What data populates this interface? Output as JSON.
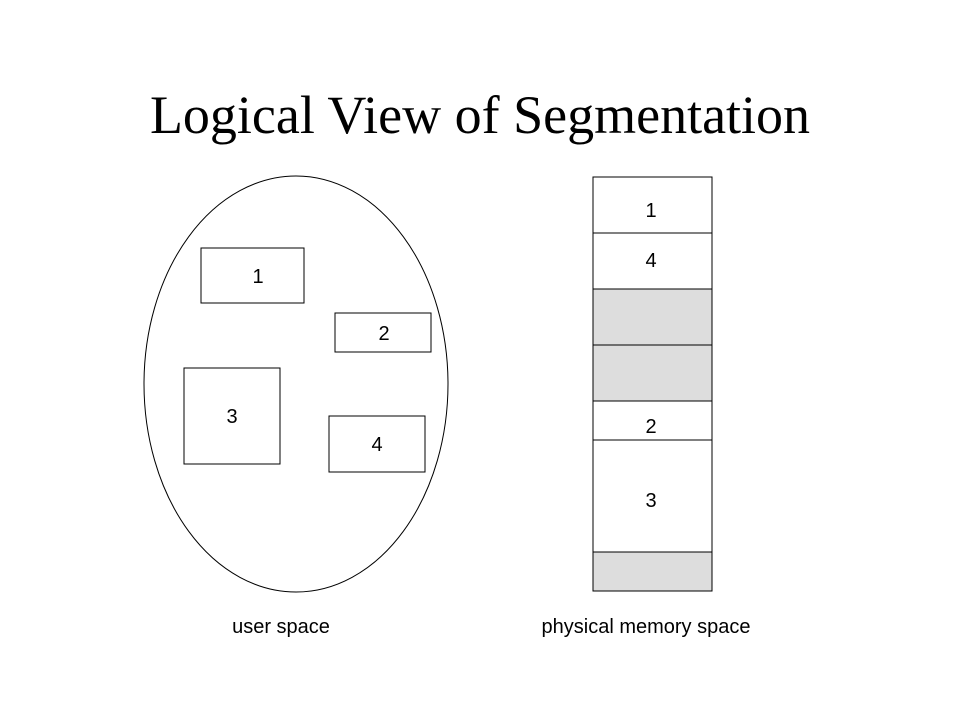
{
  "title": "Logical View of Segmentation",
  "user_space": {
    "caption": "user space",
    "segments": [
      {
        "label": "1"
      },
      {
        "label": "2"
      },
      {
        "label": "3"
      },
      {
        "label": "4"
      }
    ]
  },
  "physical_memory": {
    "caption": "physical memory space",
    "blocks": [
      {
        "label": "1",
        "state": "segment"
      },
      {
        "label": "4",
        "state": "segment"
      },
      {
        "label": "",
        "state": "free"
      },
      {
        "label": "",
        "state": "free"
      },
      {
        "label": "2",
        "state": "segment"
      },
      {
        "label": "3",
        "state": "segment"
      },
      {
        "label": "",
        "state": "free"
      }
    ]
  },
  "colors": {
    "stroke": "#000000",
    "free_fill": "#dddddd",
    "segment_fill": "#ffffff"
  }
}
